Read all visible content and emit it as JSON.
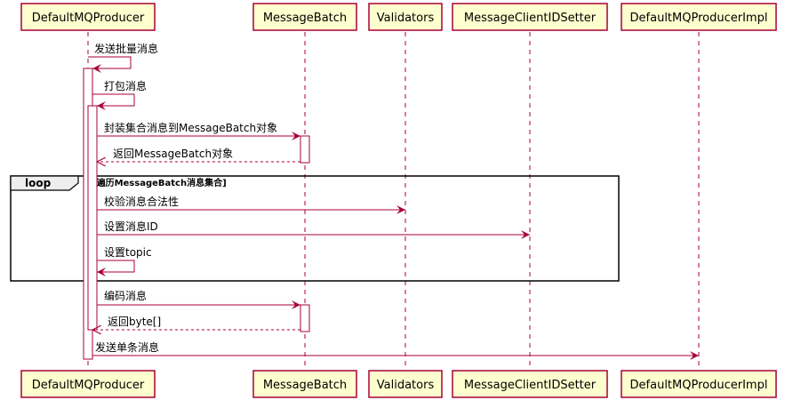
{
  "diagram": {
    "participants": [
      {
        "id": "producer",
        "name": "DefaultMQProducer"
      },
      {
        "id": "batch",
        "name": "MessageBatch"
      },
      {
        "id": "validators",
        "name": "Validators"
      },
      {
        "id": "idsetter",
        "name": "MessageClientIDSetter"
      },
      {
        "id": "impl",
        "name": "DefaultMQProducerImpl"
      }
    ],
    "messages": [
      {
        "id": "m1",
        "from": "producer",
        "to": "producer",
        "label": "发送批量消息",
        "style": "solid"
      },
      {
        "id": "m2",
        "from": "producer",
        "to": "producer",
        "label": "打包消息",
        "style": "solid"
      },
      {
        "id": "m3",
        "from": "producer",
        "to": "batch",
        "label": "封装集合消息到MessageBatch对象",
        "style": "solid"
      },
      {
        "id": "m4",
        "from": "batch",
        "to": "producer",
        "label": "返回MessageBatch对象",
        "style": "dashed"
      },
      {
        "id": "m5",
        "from": "producer",
        "to": "validators",
        "label": "校验消息合法性",
        "style": "solid"
      },
      {
        "id": "m6",
        "from": "producer",
        "to": "idsetter",
        "label": "设置消息ID",
        "style": "solid"
      },
      {
        "id": "m7",
        "from": "producer",
        "to": "producer",
        "label": "设置topic",
        "style": "solid"
      },
      {
        "id": "m8",
        "from": "producer",
        "to": "batch",
        "label": "编码消息",
        "style": "solid"
      },
      {
        "id": "m9",
        "from": "batch",
        "to": "producer",
        "label": "返回byte[]",
        "style": "dashed"
      },
      {
        "id": "m10",
        "from": "producer",
        "to": "impl",
        "label": "发送单条消息",
        "style": "solid"
      }
    ],
    "loop": {
      "keyword": "loop",
      "condition": "[遍历MessageBatch消息集合]",
      "covers": [
        "m5",
        "m6",
        "m7"
      ]
    },
    "colors": {
      "participant_fill": "#FEFECE",
      "participant_border": "#A80036",
      "arrow": "#A80036",
      "lifeline": "#A80036",
      "frame": "#000000"
    }
  }
}
